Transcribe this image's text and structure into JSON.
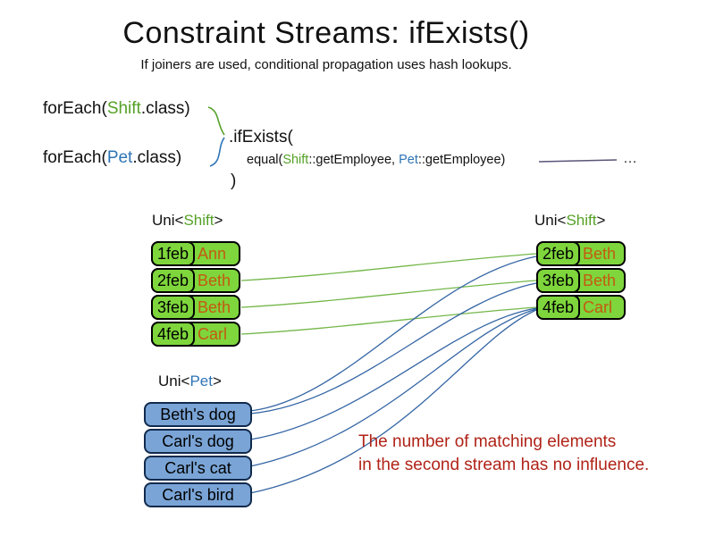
{
  "slide": {
    "title": "Constraint Streams: ifExists()",
    "subtitle": "If joiners are used, conditional propagation uses hash lookups."
  },
  "code": {
    "foreach_shift": {
      "prefix": "forEach(",
      "class_name": "Shift",
      "suffix": ".class)"
    },
    "foreach_pet": {
      "prefix": "forEach(",
      "class_name": "Pet",
      "suffix": ".class)"
    },
    "if_exists_label": ".ifExists(",
    "equal_joiner": {
      "prefix": "equal(",
      "shift_ref": "Shift",
      "shift_method": "::getEmployee, ",
      "pet_ref": "Pet",
      "pet_method": "::getEmployee)"
    },
    "ellipsis": "…",
    "close_paren": ")"
  },
  "left_shift_stream": {
    "label": {
      "prefix": "Uni<",
      "type": "Shift",
      "suffix": ">"
    },
    "rows": [
      {
        "date": "1feb",
        "employee": "Ann"
      },
      {
        "date": "2feb",
        "employee": "Beth"
      },
      {
        "date": "3feb",
        "employee": "Beth"
      },
      {
        "date": "4feb",
        "employee": "Carl"
      }
    ]
  },
  "right_shift_stream": {
    "label": {
      "prefix": "Uni<",
      "type": "Shift",
      "suffix": ">"
    },
    "rows": [
      {
        "date": "2feb",
        "employee": "Beth"
      },
      {
        "date": "3feb",
        "employee": "Beth"
      },
      {
        "date": "4feb",
        "employee": "Carl"
      }
    ]
  },
  "pet_stream": {
    "label": {
      "prefix": "Uni<",
      "type": "Pet",
      "suffix": ">"
    },
    "rows": [
      "Beth's dog",
      "Carl's dog",
      "Carl's cat",
      "Carl's bird"
    ]
  },
  "note": {
    "line1": "The number of matching elements",
    "line2": "in the second stream has no influence."
  },
  "connections": {
    "shift_to_shift": [
      {
        "from": "2feb Beth",
        "to": "2feb Beth"
      },
      {
        "from": "3feb Beth",
        "to": "3feb Beth"
      },
      {
        "from": "4feb Carl",
        "to": "4feb Carl"
      }
    ],
    "pet_to_shift": [
      {
        "from": "Beth's dog",
        "to": "2feb Beth"
      },
      {
        "from": "Beth's dog",
        "to": "3feb Beth"
      },
      {
        "from": "Carl's dog",
        "to": "4feb Carl"
      },
      {
        "from": "Carl's cat",
        "to": "4feb Carl"
      },
      {
        "from": "Carl's bird",
        "to": "4feb Carl"
      }
    ]
  },
  "colors": {
    "shift_green_fill": "#7ed63c",
    "shift_green_text": "#55a127",
    "pet_blue_fill": "#7aa4d6",
    "pet_blue_text": "#2e74b5",
    "employee_orange": "#c45a11",
    "note_red": "#b02318",
    "link_green": "#74b74a",
    "link_blue": "#3465a4"
  }
}
